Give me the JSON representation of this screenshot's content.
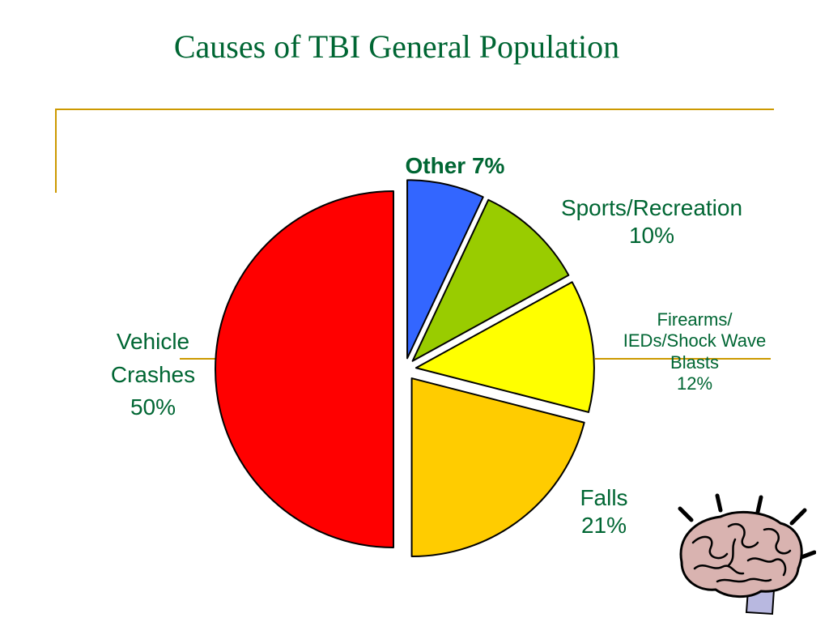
{
  "slide": {
    "title": "Causes of TBI General Population"
  },
  "colors": {
    "title_text": "#006633",
    "rule": "#cc9900"
  },
  "chart_data": {
    "type": "pie",
    "title": "Causes of TBI General Population",
    "unit": "%",
    "exploded": true,
    "slices": [
      {
        "label": "Other",
        "value": 7,
        "color": "#3366ff",
        "text_lines": [
          "Other 7%"
        ]
      },
      {
        "label": "Sports/Recreation",
        "value": 10,
        "color": "#99cc00",
        "text_lines": [
          "Sports/Recreation",
          "10%"
        ]
      },
      {
        "label": "Firearms/IEDs/Shock Wave Blasts",
        "value": 12,
        "color": "#ffff00",
        "text_lines": [
          "Firearms/",
          "IEDs/Shock Wave",
          "Blasts",
          "12%"
        ]
      },
      {
        "label": "Falls",
        "value": 21,
        "color": "#ffcc00",
        "text_lines": [
          "Falls",
          "21%"
        ]
      },
      {
        "label": "Vehicle Crashes",
        "value": 50,
        "color": "#ff0000",
        "text_lines": [
          "Vehicle",
          "Crashes",
          "50%"
        ]
      }
    ]
  },
  "decoration": {
    "icon": "brain-icon"
  }
}
